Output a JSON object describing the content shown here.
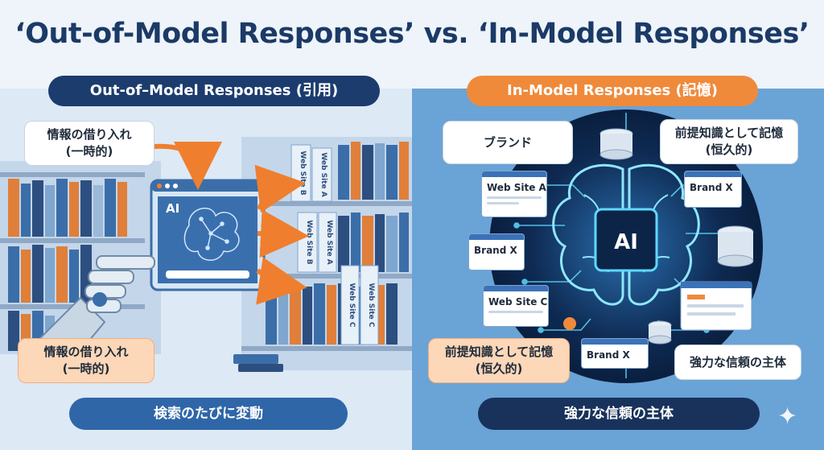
{
  "title": "‘Out-of-Model Responses’ vs. ‘In-Model Responses’",
  "left": {
    "header": "Out-of–Model Responses (引用)",
    "bubble_top": [
      "情報の借り入れ",
      "(一時的)"
    ],
    "bubble_bottom": [
      "情報の借り入れ",
      "(一時的)"
    ],
    "screen_label": "AI",
    "book_labels": [
      "Web Site B",
      "Web Site A",
      "Web Site B",
      "Web Site A",
      "Web Site C",
      "Web Site C"
    ],
    "footer": "検索のたびに変動"
  },
  "right": {
    "header": "In-Model Responses (記憶)",
    "bubble_brand": "ブランド",
    "bubble_premise_top": [
      "前提知識として記憶",
      "(恒久的)"
    ],
    "bubble_premise_bottom": [
      "前提知識として記憶",
      "(恒久的)"
    ],
    "bubble_trust": "強力な信頼の主体",
    "chip_label": "AI",
    "cards": [
      "Web Site A",
      "Brand X",
      "Brand X",
      "Web Site C",
      "Brand X"
    ],
    "footer": "強力な信頼の主体"
  },
  "colors": {
    "navy": "#1c3c6e",
    "orange": "#ef8a3b",
    "blue": "#2f66a8",
    "glow": "#5fd8ff"
  }
}
